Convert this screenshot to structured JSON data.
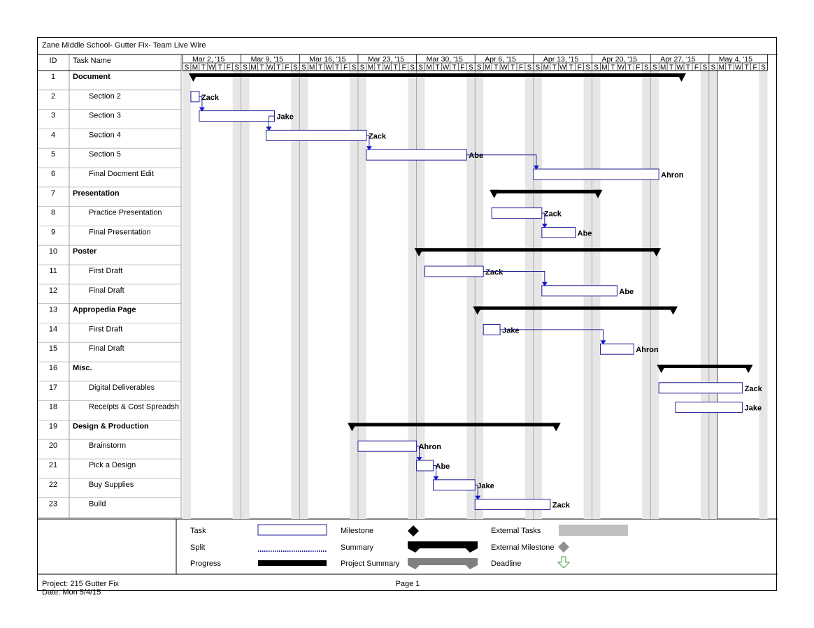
{
  "title": "Zane Middle School- Gutter Fix- Team Live Wire",
  "columns": {
    "id": "ID",
    "task_name": "Task Name"
  },
  "timeline": {
    "weeks": [
      "Mar 2, '15",
      "Mar 9, '15",
      "Mar 16, '15",
      "Mar 23, '15",
      "Mar 30, '15",
      "Apr 6, '15",
      "Apr 13, '15",
      "Apr 20, '15",
      "Apr 27, '15",
      "May 4, '15"
    ],
    "day_letters": [
      "S",
      "M",
      "T",
      "W",
      "T",
      "F",
      "S"
    ]
  },
  "chart_data": {
    "type": "gantt",
    "title": "Zane Middle School- Gutter Fix- Team Live Wire",
    "start_date": "2015-03-01",
    "tasks": [
      {
        "id": "1",
        "name": "Document",
        "summary": true,
        "start": "2015-03-02",
        "end": "2015-04-29"
      },
      {
        "id": "2",
        "name": "Section 2",
        "start": "2015-03-02",
        "end": "2015-03-02",
        "resource": "Zack"
      },
      {
        "id": "3",
        "name": "Section 3",
        "start": "2015-03-03",
        "end": "2015-03-11",
        "resource": "Jake"
      },
      {
        "id": "4",
        "name": "Section 4",
        "start": "2015-03-11",
        "end": "2015-03-22",
        "resource": "Zack"
      },
      {
        "id": "5",
        "name": "Section 5",
        "start": "2015-03-23",
        "end": "2015-04-03",
        "resource": "Abe"
      },
      {
        "id": "6",
        "name": "Final Docment Edit",
        "start": "2015-04-12",
        "end": "2015-04-26",
        "resource": "Ahron"
      },
      {
        "id": "7",
        "name": "Presentation",
        "summary": true,
        "start": "2015-04-07",
        "end": "2015-04-19"
      },
      {
        "id": "8",
        "name": "Practice Presentation",
        "start": "2015-04-07",
        "end": "2015-04-12",
        "resource": "Zack"
      },
      {
        "id": "9",
        "name": "Final Presentation",
        "start": "2015-04-13",
        "end": "2015-04-16",
        "resource": "Abe"
      },
      {
        "id": "10",
        "name": "Poster",
        "summary": true,
        "start": "2015-03-29",
        "end": "2015-04-26"
      },
      {
        "id": "11",
        "name": "First Draft",
        "start": "2015-03-30",
        "end": "2015-04-05",
        "resource": "Zack"
      },
      {
        "id": "12",
        "name": "Final Draft",
        "start": "2015-04-13",
        "end": "2015-04-21",
        "resource": "Abe"
      },
      {
        "id": "13",
        "name": "Appropedia Page",
        "summary": true,
        "start": "2015-04-05",
        "end": "2015-04-28"
      },
      {
        "id": "14",
        "name": "First Draft",
        "start": "2015-04-06",
        "end": "2015-04-07",
        "resource": "Jake"
      },
      {
        "id": "15",
        "name": "Final Draft",
        "start": "2015-04-20",
        "end": "2015-04-23",
        "resource": "Ahron"
      },
      {
        "id": "16",
        "name": "Misc.",
        "summary": true,
        "start": "2015-04-27",
        "end": "2015-05-07"
      },
      {
        "id": "17",
        "name": "Digital Deliverables",
        "start": "2015-04-27",
        "end": "2015-05-06",
        "resource": "Zack"
      },
      {
        "id": "18",
        "name": "Receipts & Cost Spreadsh",
        "start": "2015-04-29",
        "end": "2015-05-06",
        "resource": "Jake"
      },
      {
        "id": "19",
        "name": "Design & Production",
        "summary": true,
        "start": "2015-03-21",
        "end": "2015-04-14"
      },
      {
        "id": "20",
        "name": "Brainstorm",
        "start": "2015-03-22",
        "end": "2015-03-28",
        "resource": "Ahron"
      },
      {
        "id": "21",
        "name": "Pick a Design",
        "start": "2015-03-29",
        "end": "2015-03-30",
        "resource": "Abe"
      },
      {
        "id": "22",
        "name": "Buy Supplies",
        "start": "2015-03-31",
        "end": "2015-04-04",
        "resource": "Jake"
      },
      {
        "id": "23",
        "name": "Build",
        "start": "2015-04-05",
        "end": "2015-04-13",
        "resource": "Zack"
      }
    ],
    "dependencies": [
      [
        "2",
        "3"
      ],
      [
        "3",
        "4"
      ],
      [
        "4",
        "5"
      ],
      [
        "5",
        "6"
      ],
      [
        "8",
        "9"
      ],
      [
        "11",
        "12"
      ],
      [
        "14",
        "15"
      ],
      [
        "20",
        "21"
      ],
      [
        "21",
        "22"
      ],
      [
        "22",
        "23"
      ]
    ]
  },
  "legend": {
    "task": "Task",
    "split": "Split",
    "progress": "Progress",
    "milestone": "Milestone",
    "summary": "Summary",
    "project_summary": "Project Summary",
    "external_tasks": "External Tasks",
    "external_milestone": "External Milestone",
    "deadline": "Deadline"
  },
  "project": {
    "line1": "Project: 215 Gutter Fix",
    "line2": "Date: Mon 5/4/15"
  },
  "page": "Page 1",
  "colors": {
    "task_border": "#1e1e96",
    "summary": "#000000",
    "weekend": "#e6e6e6",
    "external": "#c0c0c0",
    "deadline": "#3c9b3c"
  }
}
